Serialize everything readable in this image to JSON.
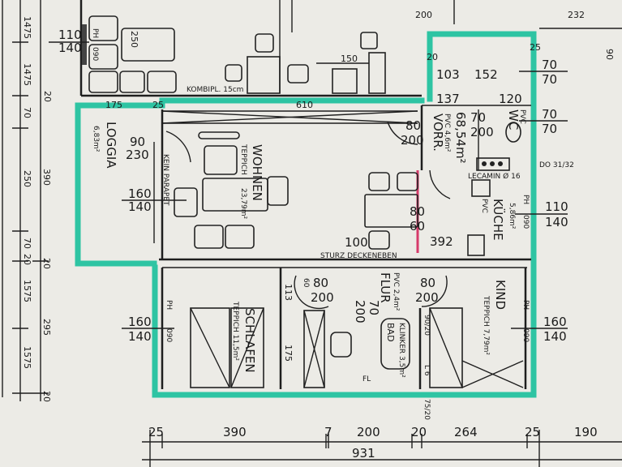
{
  "colors": {
    "wall_highlight": "#2ec4a3",
    "partition_highlight": "#d63a6a",
    "ink": "#1e1e1e",
    "paper": "#ecebe6"
  },
  "rooms": {
    "loggia": {
      "name": "LOGGIA",
      "area": "6,83m²"
    },
    "wohnen": {
      "name": "WOHNEN",
      "floor": "TEPPICH",
      "area": "23,79m²"
    },
    "vorraum": {
      "name": "VORR.",
      "floor": "PVC 4,6m²"
    },
    "wc": {
      "name": "WC",
      "floor": "PVC"
    },
    "kueche": {
      "name": "KÜCHE",
      "floor": "PVC",
      "area": "5,86m²"
    },
    "schlafen": {
      "name": "SCHLAFEN",
      "floor": "TEPPICH 11,5m²"
    },
    "flur": {
      "name": "FLUR",
      "floor": "PVC 2,4m²"
    },
    "bad": {
      "name": "BAD",
      "floor": "KLINKER 3,5m²"
    },
    "kind": {
      "name": "KIND",
      "floor": "TEPPICH 7,79m²"
    }
  },
  "total_area": "68,54m²",
  "annotations": {
    "kombipl": "KOMBIPL. 15cm",
    "sturz": "STURZ DECKENEBEN",
    "lecamin": "LECAMIN Ø 16",
    "do": "DO 31/32",
    "parapet": "KEIN PARAPET",
    "fl": "FL",
    "ph": "PH",
    "sill": "090",
    "bath_small": "90/20",
    "bath_small2": "75/20",
    "l6": "L 6"
  },
  "windows": {
    "top_left": [
      "110",
      "140"
    ],
    "loggia_door": [
      "90",
      "230"
    ],
    "living": [
      "160",
      "140"
    ],
    "sleep": [
      "160",
      "140"
    ],
    "kitchen": [
      "110",
      "140"
    ],
    "right_top1": [
      "70",
      "70"
    ],
    "right_top2": [
      "70",
      "70"
    ],
    "kind": [
      "160",
      "140"
    ]
  },
  "doors": {
    "vorr": [
      "80",
      "200"
    ],
    "wc": [
      "70",
      "200"
    ],
    "living_kitchen": [
      "80",
      "60"
    ],
    "sleep": [
      "80",
      "200"
    ],
    "bath": [
      "70",
      "200"
    ],
    "kind": [
      "80",
      "200"
    ]
  },
  "measures": {
    "m175": "175",
    "m610": "610",
    "m392": "392",
    "m100": "100",
    "m150": "150",
    "m103": "103",
    "m152": "152",
    "m137": "137",
    "m120": "120",
    "m25": "25",
    "m25b": "25",
    "m113": "113",
    "m175b": "175",
    "m250": "250",
    "m90": "90",
    "m232": "232",
    "m200": "200",
    "m60": "60",
    "m20": "20"
  },
  "left_dims": {
    "inner": [
      "1475",
      "1475",
      "20",
      "70",
      "250",
      "70",
      "20",
      "1575",
      "1575"
    ],
    "outer": [
      "390",
      "20",
      "295",
      "20"
    ]
  },
  "bottom_dims": {
    "segments": [
      "25",
      "390",
      "7",
      "200",
      "20",
      "264",
      "25",
      "190"
    ],
    "total": "931"
  }
}
